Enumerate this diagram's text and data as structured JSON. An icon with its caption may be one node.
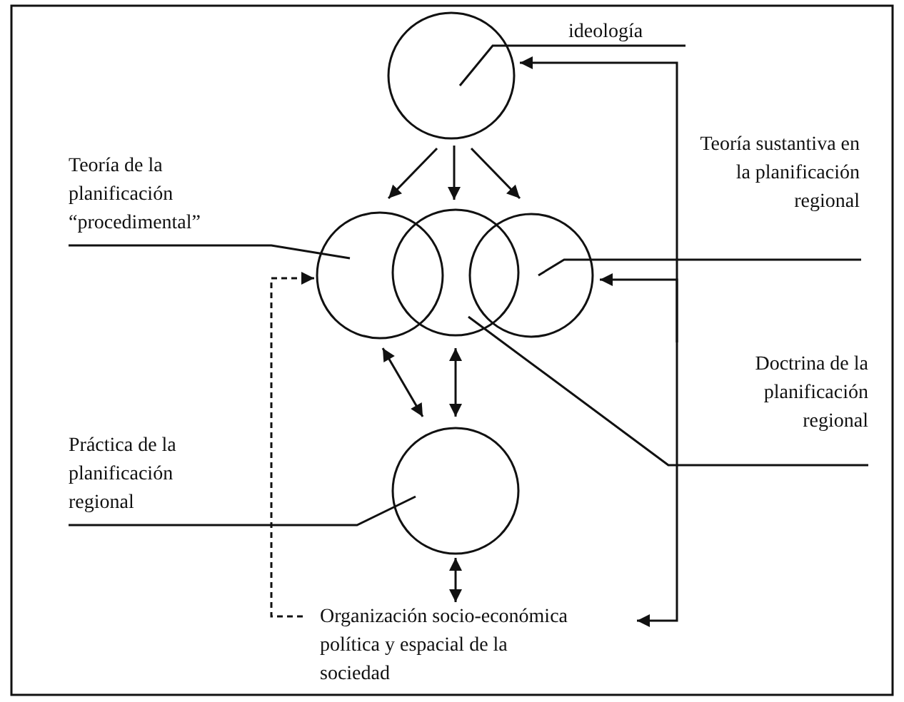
{
  "diagram": {
    "nodes": [
      {
        "text": [],
        "shape": "circle"
      },
      {
        "text": [
          "ideología"
        ]
      },
      {
        "text": [
          "Teoría de la planificación “procedimental”"
        ]
      },
      {
        "text": [
          "Teoría sustantiva en la planificación regional"
        ]
      },
      {
        "text": [],
        "shape": "circle"
      },
      {
        "text": [],
        "shape": "circle"
      },
      {
        "text": [],
        "shape": "circle"
      },
      {
        "text": [
          "Doctrina de la planificación regional"
        ]
      },
      {
        "text": [
          "Práctica de la planificación regional"
        ]
      },
      {
        "text": [],
        "shape": "circle"
      },
      {
        "text": [
          "Organización socio-económica política y espacial de la sociedad"
        ]
      }
    ],
    "edges": [
      {
        "from": 0,
        "to": 4,
        "arrow": "to"
      },
      {
        "from": 0,
        "to": 5,
        "arrow": "to"
      },
      {
        "from": 0,
        "to": 6,
        "arrow": "to"
      },
      {
        "from": 4,
        "to": 9,
        "arrow": "both"
      },
      {
        "from": 5,
        "to": 9,
        "arrow": "both"
      },
      {
        "from": 9,
        "to": 10,
        "arrow": "both"
      },
      {
        "from": null,
        "to": 0,
        "arrow": "to"
      },
      {
        "from": null,
        "to": 6,
        "arrow": "to"
      },
      {
        "from": null,
        "to": 10,
        "arrow": "to"
      },
      {
        "from": 10,
        "to": 4,
        "arrow": "to",
        "style": "dashed"
      },
      {
        "from": 1,
        "to": 0,
        "arrow": "none"
      },
      {
        "from": 2,
        "to": 4,
        "arrow": "none"
      },
      {
        "from": 3,
        "to": 6,
        "arrow": "none"
      },
      {
        "from": 7,
        "to": 5,
        "arrow": "none"
      },
      {
        "from": 8,
        "to": 9,
        "arrow": "none"
      }
    ]
  }
}
